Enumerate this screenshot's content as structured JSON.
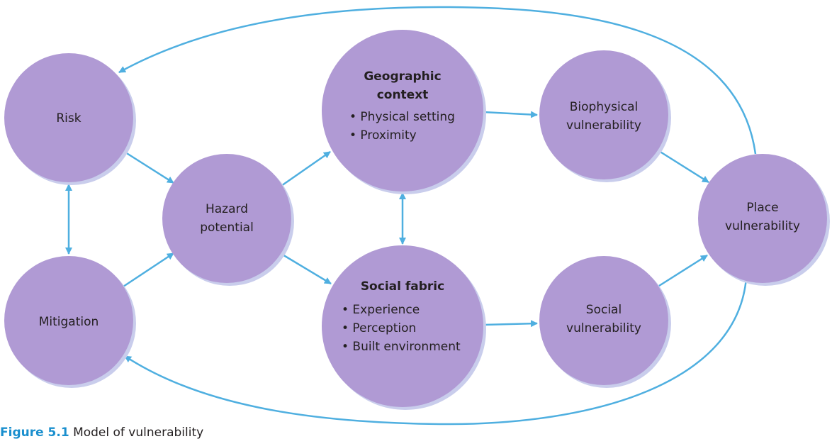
{
  "colors": {
    "node_fill": "#b09ad4",
    "node_shadow": "#c9cdec",
    "arrow": "#4fafe0",
    "text": "#231f20",
    "caption_label": "#1a8fce"
  },
  "nodes": {
    "risk": {
      "lines": [
        "Risk"
      ]
    },
    "mitigation": {
      "lines": [
        "Mitigation"
      ]
    },
    "hazard": {
      "lines": [
        "Hazard",
        "potential"
      ]
    },
    "geo": {
      "title": [
        "Geographic",
        "context"
      ],
      "bullets": [
        "• Physical setting",
        "• Proximity"
      ]
    },
    "social": {
      "title": [
        "Social fabric"
      ],
      "bullets": [
        "• Experience",
        "• Perception",
        "• Built environment"
      ]
    },
    "biophysical": {
      "lines": [
        "Biophysical",
        "vulnerability"
      ]
    },
    "social_vuln": {
      "lines": [
        "Social",
        "vulnerability"
      ]
    },
    "place": {
      "lines": [
        "Place",
        "vulnerability"
      ]
    }
  },
  "caption": {
    "label": "Figure 5.1",
    "text": " Model of vulnerability"
  }
}
